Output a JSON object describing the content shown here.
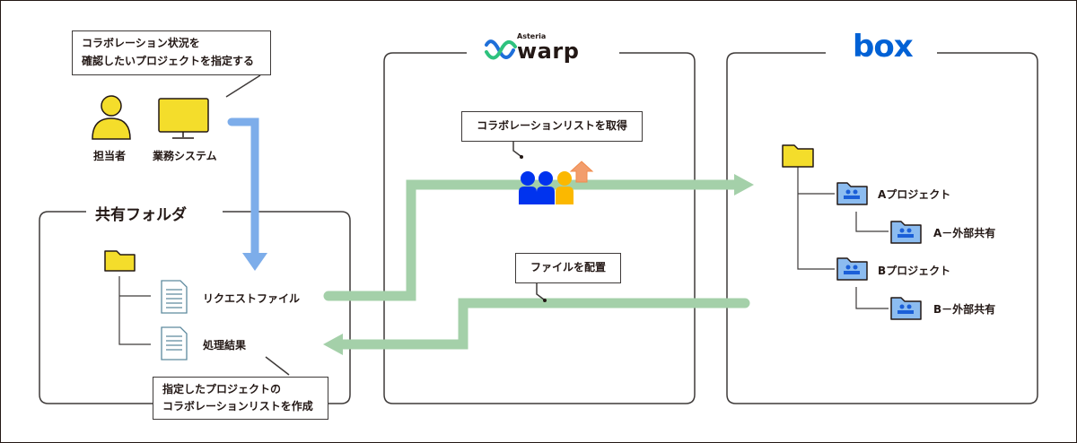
{
  "top_callout": {
    "line1": "コラボレーション状況を",
    "line2": "確認したいプロジェクトを指定する"
  },
  "actors": {
    "person": "担当者",
    "system": "業務システム"
  },
  "shared_folder": {
    "title": "共有フォルダ",
    "files": [
      "リクエストファイル",
      "処理結果"
    ],
    "callout": {
      "line1": "指定したプロジェクトの",
      "line2": "コラボレーションリストを作成"
    }
  },
  "warp": {
    "brand_small": "Asteria",
    "brand": "warp",
    "callout_get": "コラボレーションリストを取得",
    "callout_place": "ファイルを配置"
  },
  "box": {
    "logo": "box",
    "folders": [
      "Aプロジェクト",
      "A－外部共有",
      "Bプロジェクト",
      "B－外部共有"
    ]
  },
  "colors": {
    "flow_green": "#a4d0a9",
    "flow_blue": "#7dadea",
    "folder_yellow": "#f4dd2b",
    "box_blue": "#0061d5",
    "shared_folder_blue": "#8cbcf0"
  }
}
